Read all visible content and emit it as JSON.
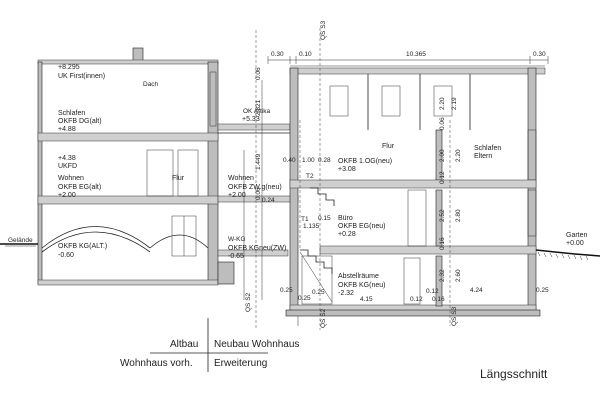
{
  "title": "Längsschnitt",
  "legend": {
    "left_top": "Altbau",
    "left_bottom": "Wohnhaus vorh.",
    "right_top": "Neubau Wohnhaus",
    "right_bottom": "Erweiterung"
  },
  "section_marks": {
    "qs_s3_top": "QS S3",
    "qs_s2_mid": "QS S2",
    "qs_s2_bottom": "QS S2",
    "qs_s3_bottom": "QS S3"
  },
  "dimensions": {
    "top_0_30": "0.30",
    "top_0_10": "0.10",
    "top_10_365": "10.365",
    "top_0_30_right": "0.30",
    "v_0_06": "0.06",
    "v_2_821": "2.821",
    "v_1_449": "1.449",
    "v_0_06_b": "0.06",
    "v_0_24": "0.24",
    "v_0_25_l": "0.25",
    "v_0_25_r": "0.25",
    "v_2_20": "2.20",
    "v_2_19": "2.19",
    "v_0_06_r": "0.06",
    "v_2_00": "2.00",
    "v_0_12": "0.12",
    "v_2_20_r": "2.20",
    "v_2_52": "2.52",
    "v_2_80": "2.80",
    "v_0_16": "0.16",
    "v_2_32": "2.32",
    "v_2_60": "2.60",
    "h_0_40": "0.40",
    "h_1_00": "1.00",
    "h_0_28": "0.28",
    "h_1_135": "1.135",
    "h_0_15": "0.15",
    "h_4_15": "4.15",
    "h_0_12_a": "0.12",
    "h_0_12_b": "0.12",
    "h_0_16": "0.16",
    "h_4_24": "4.24",
    "h_0_25": "0.25",
    "h_0_25_b": "0.25"
  },
  "labels": {
    "uk_first_level": "+8.295",
    "uk_first": "UK First(innen)",
    "dach": "Dach",
    "schlafen_alt": "Schlafen",
    "okfb_dg_alt": "OKFB DG(alt)",
    "dg_alt_level": "+4.88",
    "ukfd_level": "+4.38",
    "ukfd": "UKFD",
    "wohnen_alt": "Wohnen",
    "okfb_eg_alt": "OKFB EG(alt)",
    "eg_alt_level": "+2.00",
    "okfb_kg_alt": "OKFB KG(ALT.)",
    "kg_alt_level": "-0.60",
    "flur_alt": "Flur",
    "ok_attika": "OK Attika",
    "attika_level": "+5.33",
    "wohnen_neu": "Wohnen",
    "okfb_zw_neu": "OKFB ZW.g(neu)",
    "zw_neu_level": "+2.00",
    "w_kg": "W-KG",
    "okfb_kg_neu_zw": "OKFB KGneu(ZW)",
    "kg_neu_zw_level": "-0.65",
    "okfb_og_neu": "OKFB 1.OG(neu)",
    "og_neu_level": "+3.08",
    "flur_neu": "Flur",
    "schlafen_eltern": "Schlafen",
    "eltern": "Eltern",
    "buero": "Büro",
    "okfb_eg_neu": "OKFB EG(neu)",
    "eg_neu_level": "+0.28",
    "abstellraeume": "Abstellräume",
    "okfb_kg_neu": "OKFB KG(neu)",
    "kg_neu_level": "-2.32",
    "t1": "T1",
    "t2": "T2",
    "garten": "Garten",
    "garten_level": "+0.00",
    "gelaende": "Gelände"
  }
}
